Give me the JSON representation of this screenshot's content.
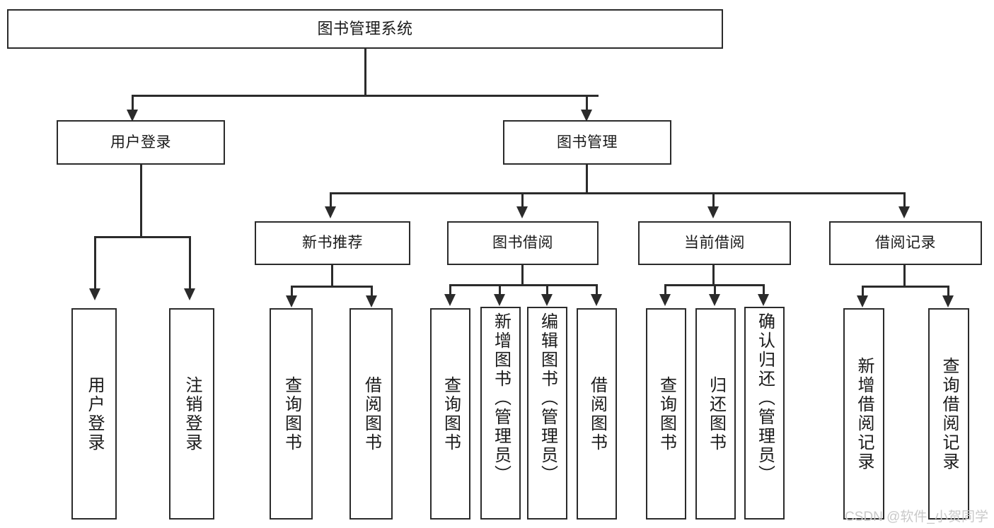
{
  "diagram": {
    "title": "图书管理系统",
    "type": "tree",
    "levels": 4,
    "root": {
      "label": "图书管理系统"
    },
    "level2": [
      {
        "label": "用户登录"
      },
      {
        "label": "图书管理"
      }
    ],
    "level3": [
      {
        "label": "新书推荐"
      },
      {
        "label": "图书借阅"
      },
      {
        "label": "当前借阅"
      },
      {
        "label": "借阅记录"
      }
    ],
    "leaves_user_login": [
      {
        "label": "用户登录"
      },
      {
        "label": "注销登录"
      }
    ],
    "leaves_new_book": [
      {
        "label": "查询图书"
      },
      {
        "label": "借阅图书"
      }
    ],
    "leaves_borrow": [
      {
        "label": "查询图书"
      },
      {
        "label": "新增图书（管理员）"
      },
      {
        "label": "编辑图书（管理员）"
      },
      {
        "label": "借阅图书"
      }
    ],
    "leaves_current": [
      {
        "label": "查询图书"
      },
      {
        "label": "归还图书"
      },
      {
        "label": "确认归还（管理员）"
      }
    ],
    "leaves_record": [
      {
        "label": "新增借阅记录"
      },
      {
        "label": "查询借阅记录"
      }
    ]
  },
  "watermark": {
    "text": "CSDN @软件_小贺同学"
  },
  "colors": {
    "stroke": "#2b2b2b",
    "background": "#ffffff",
    "text": "#1a1a1a",
    "watermark": "#c9c9c9"
  }
}
